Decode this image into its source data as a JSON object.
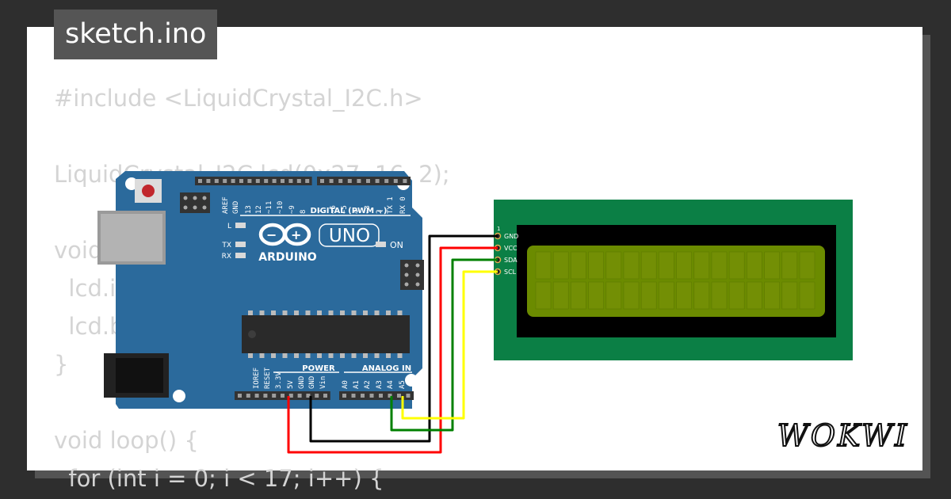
{
  "tab": {
    "filename": "sketch.ino"
  },
  "code_lines": [
    "#include <LiquidCrystal_I2C.h>",
    "",
    "LiquidCrystal_I2C lcd(0x27, 16, 2);",
    "",
    "void setup() {",
    "  lcd.init();",
    "  lcd.backlight();",
    "}",
    "",
    "void loop() {",
    "  for (int i = 0; i < 17; i++) {"
  ],
  "arduino": {
    "model_label": "UNO",
    "brand_label": "ARDUINO",
    "digital_header": "DIGITAL (PWM ~)",
    "on_label": "ON",
    "led_labels": {
      "l": "L",
      "tx": "TX",
      "rx": "RX"
    },
    "top_pins": [
      "AREF",
      "GND",
      "13",
      "12",
      "~11",
      "~10",
      "~9",
      "8",
      "7",
      "~6",
      "~5",
      "4",
      "~3",
      "2",
      "TX 1",
      "RX 0"
    ],
    "power_header": "POWER",
    "analog_header": "ANALOG IN",
    "power_pins": [
      "IOREF",
      "RESET",
      "3.3V",
      "5V",
      "GND",
      "GND",
      "Vin"
    ],
    "analog_pins": [
      "A0",
      "A1",
      "A2",
      "A3",
      "A4",
      "A5"
    ]
  },
  "lcd": {
    "pin_number_label": "1",
    "pins": [
      "GND",
      "VCC",
      "SDA",
      "SCL"
    ]
  },
  "wires": [
    {
      "from": "GND",
      "to": "GND",
      "color": "#000000"
    },
    {
      "from": "5V",
      "to": "VCC",
      "color": "#ff0000"
    },
    {
      "from": "A4",
      "to": "SDA",
      "color": "#008000"
    },
    {
      "from": "A5",
      "to": "SCL",
      "color": "#ffff00"
    }
  ],
  "brand": {
    "text": "WOKWI"
  },
  "colors": {
    "board": "#2b6a9c",
    "lcd_pcb": "#0b7f45",
    "lcd_screen": "#6b8b00",
    "tab_bg": "#555555"
  }
}
